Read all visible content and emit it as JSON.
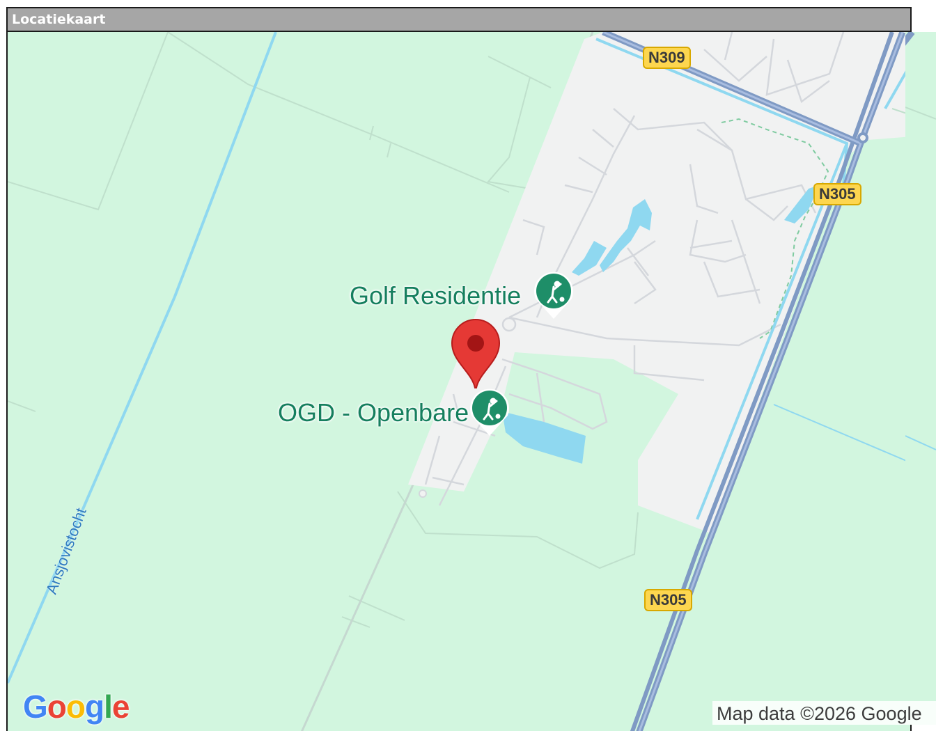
{
  "window": {
    "title": "Locatiekaart"
  },
  "map": {
    "pois": [
      {
        "name": "Golf Residentie",
        "icon": "golf-icon"
      },
      {
        "name": "OGD - Openbare",
        "icon": "golf-icon"
      }
    ],
    "roads": [
      "N309",
      "N305",
      "N305"
    ],
    "waterways": [
      "Ansjovistocht"
    ],
    "marker": {
      "icon": "location-pin-icon",
      "color": "#e53935"
    },
    "colors": {
      "land": "#d2f6df",
      "urban": "#f1f2f2",
      "water": "#8fd8f0",
      "highway": "#7f9ac4",
      "poi": "#1e8e68",
      "shield": "#fdd64f"
    }
  },
  "footer": {
    "logo": "Google",
    "attribution": "Map data ©2026 Google"
  }
}
